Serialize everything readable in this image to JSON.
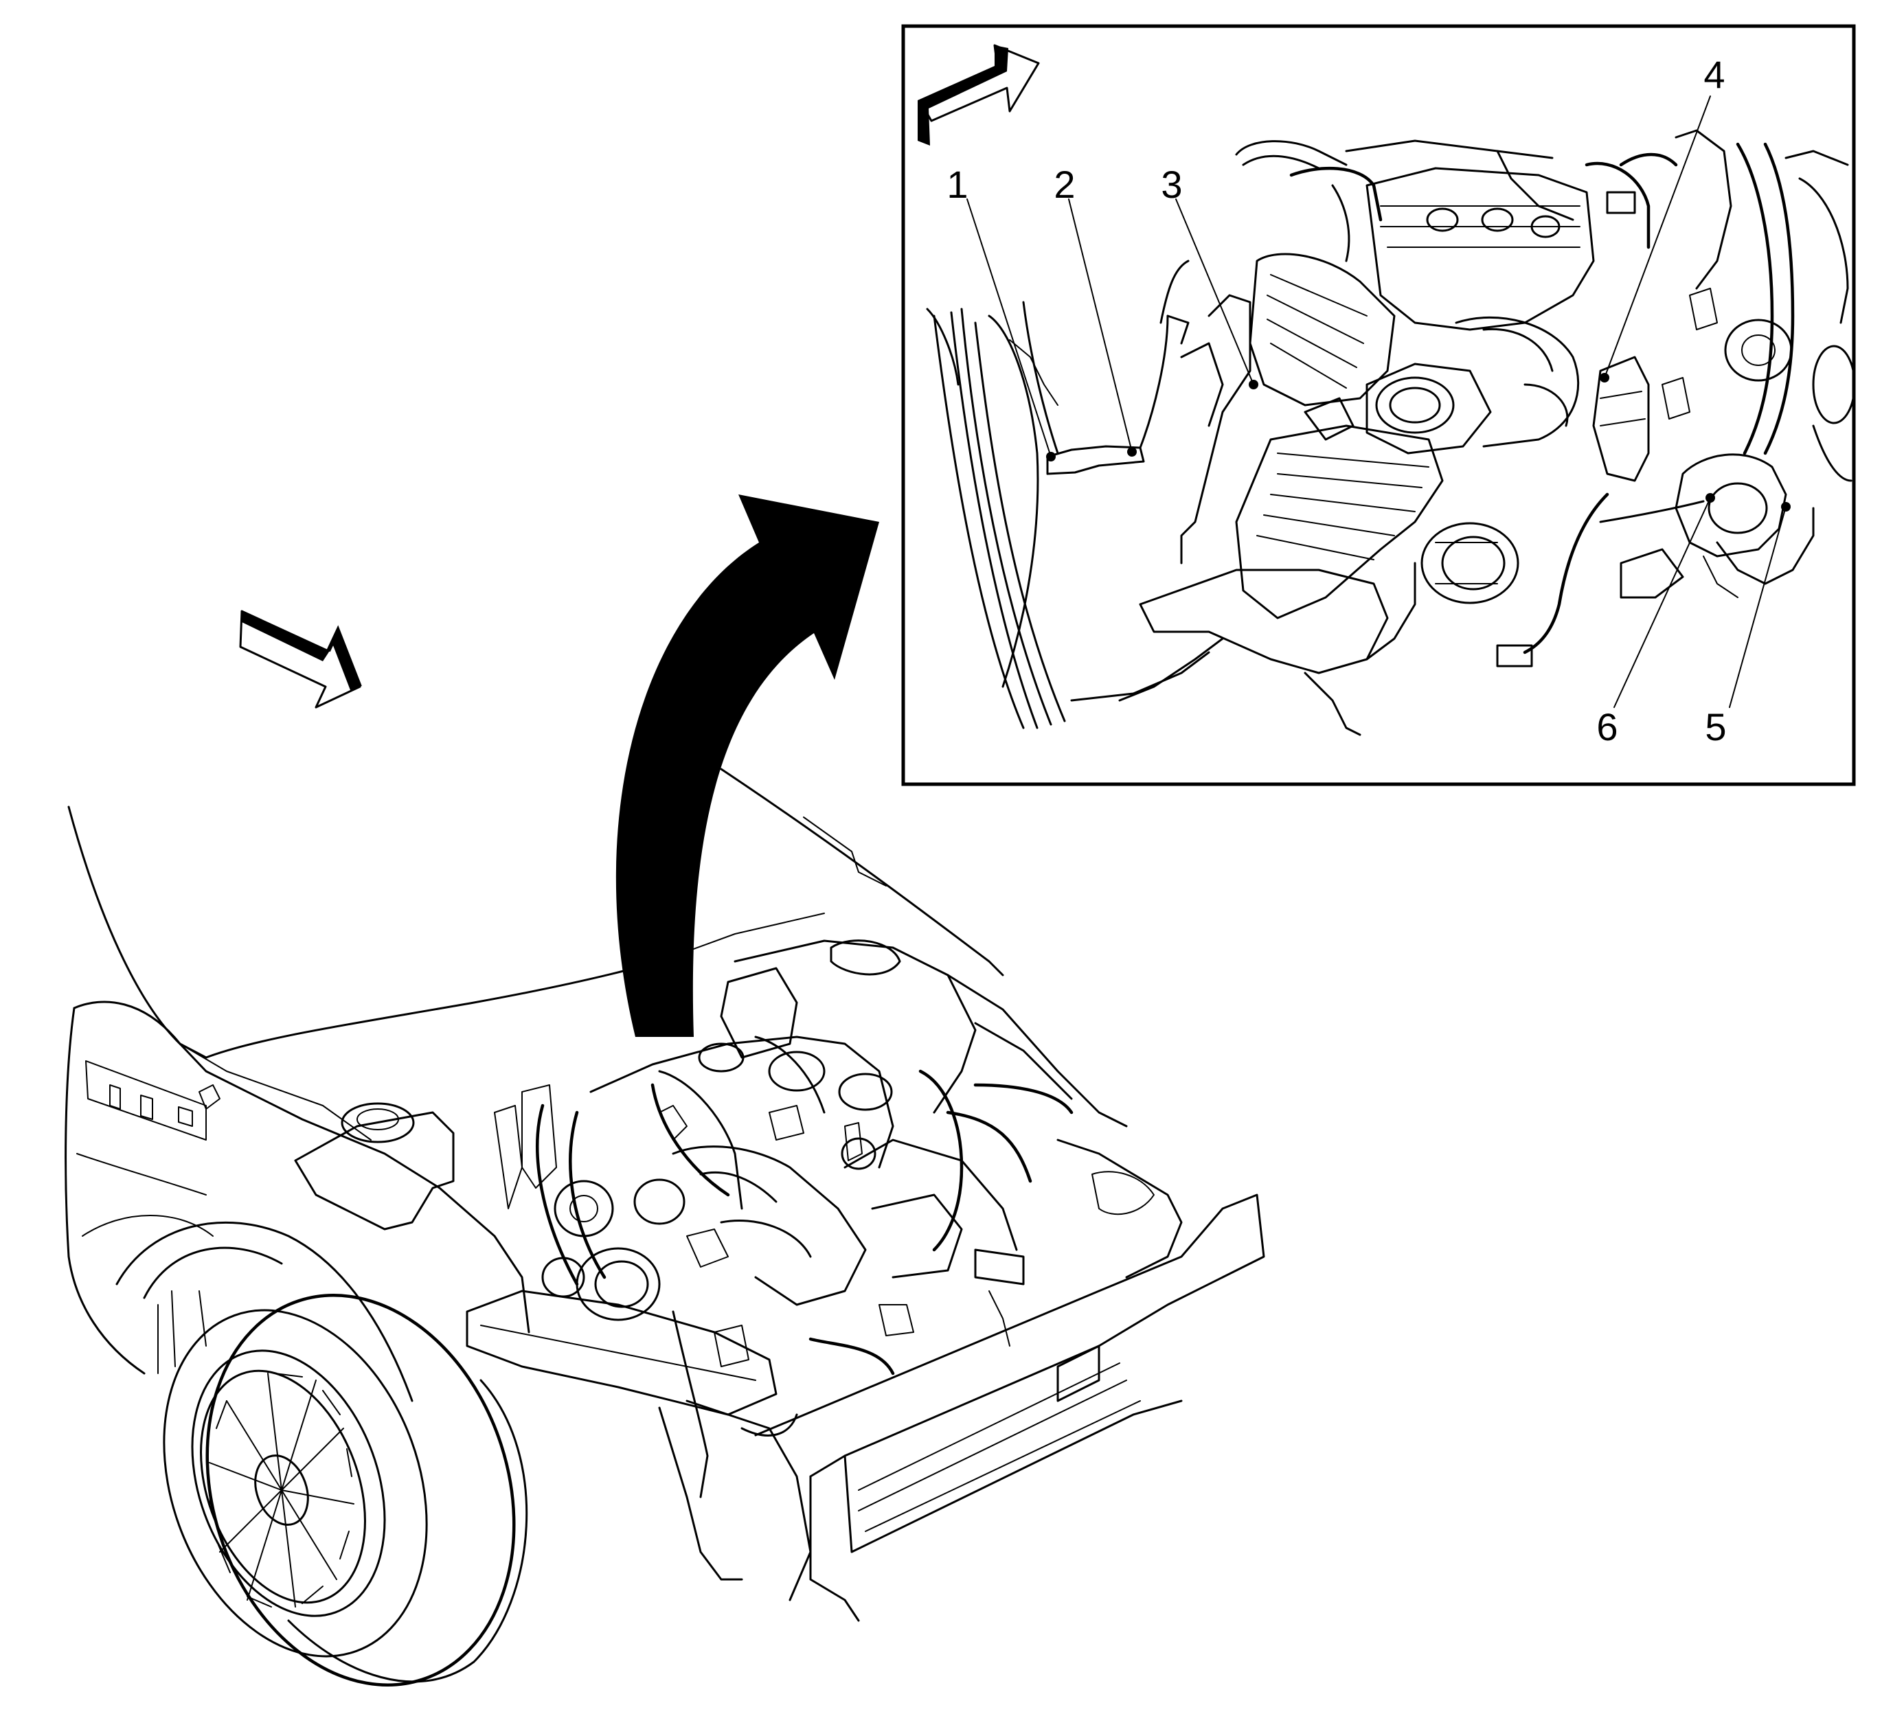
{
  "colors": {
    "line": "#000000",
    "background": "#ffffff"
  },
  "icons": {
    "inset_view_arrow": "view-direction-arrow-icon",
    "main_view_arrow": "view-direction-arrow-icon",
    "zoom_arrow": "curved-zoom-arrow-icon"
  },
  "inset": {
    "callouts": [
      {
        "id": "1",
        "label": "1"
      },
      {
        "id": "2",
        "label": "2"
      },
      {
        "id": "3",
        "label": "3"
      },
      {
        "id": "4",
        "label": "4"
      },
      {
        "id": "5",
        "label": "5"
      },
      {
        "id": "6",
        "label": "6"
      }
    ]
  }
}
